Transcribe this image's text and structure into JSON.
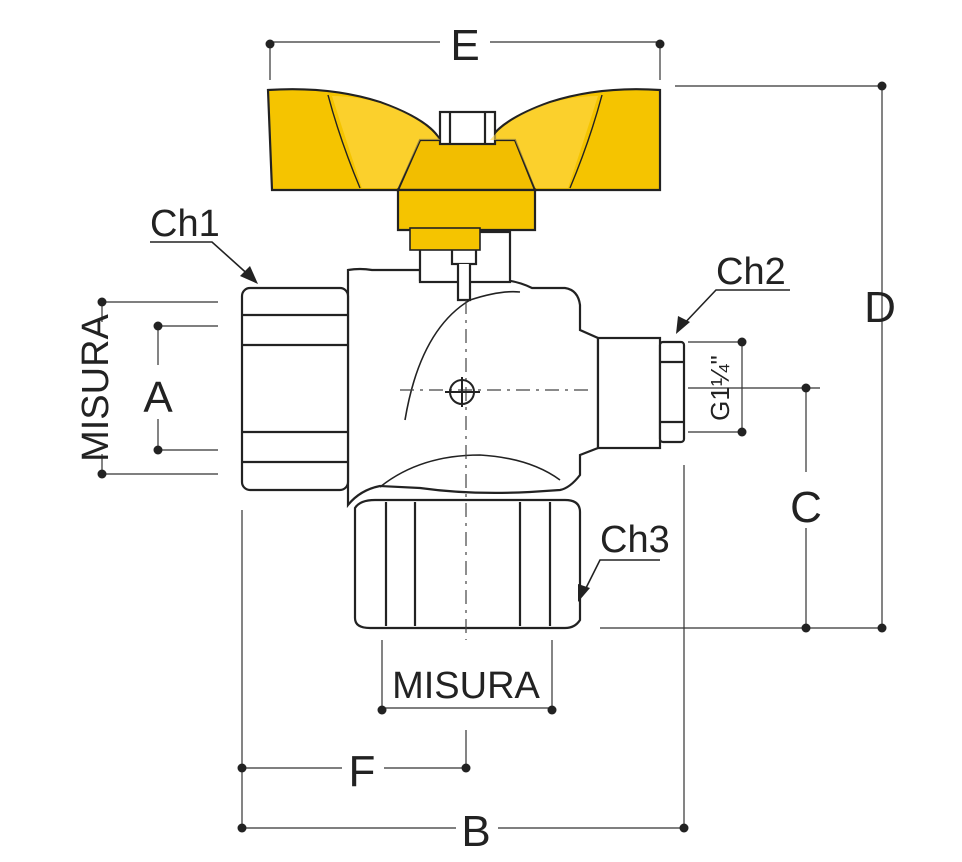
{
  "labels": {
    "E": "E",
    "D": "D",
    "C": "C",
    "A": "A",
    "B": "B",
    "F": "F",
    "ch1": "Ch1",
    "ch2": "Ch2",
    "ch3": "Ch3",
    "misura_left": "MISURA",
    "misura_bottom": "MISURA",
    "thread": "G1¼\""
  },
  "colors": {
    "line": "#222222",
    "handle_yellow": "#f5c400",
    "handle_light": "#ffd94a",
    "handle_shade": "#d9a800",
    "body_shadow": "#bfbfbf"
  }
}
